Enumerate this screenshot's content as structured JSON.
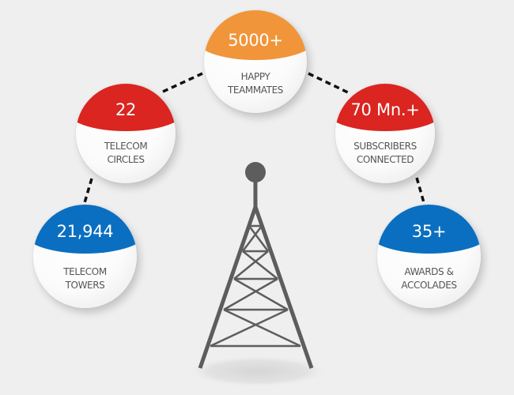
{
  "colors": {
    "background": "#efefef",
    "orange": "#f0953a",
    "red": "#da2520",
    "blue": "#0a6fc0",
    "text": "#555555",
    "tower": "#5d5d5d",
    "connector": "#111111"
  },
  "stats": [
    {
      "id": "happy-teammates",
      "value": "5000+",
      "label_line1": "HAPPY",
      "label_line2": "TEAMMATES",
      "color": "orange"
    },
    {
      "id": "telecom-circles",
      "value": "22",
      "label_line1": "TELECOM",
      "label_line2": "CIRCLES",
      "color": "red"
    },
    {
      "id": "subscribers-connected",
      "value": "70 Mn.+",
      "label_line1": "SUBSCRIBERS",
      "label_line2": "CONNECTED",
      "color": "red"
    },
    {
      "id": "telecom-towers",
      "value": "21,944",
      "label_line1": "TELECOM",
      "label_line2": "TOWERS",
      "color": "blue"
    },
    {
      "id": "awards-accolades",
      "value": "35+",
      "label_line1": "AWARDS &",
      "label_line2": "ACCOLADES",
      "color": "blue"
    }
  ],
  "icons": {
    "center": "telecom-tower-icon"
  }
}
